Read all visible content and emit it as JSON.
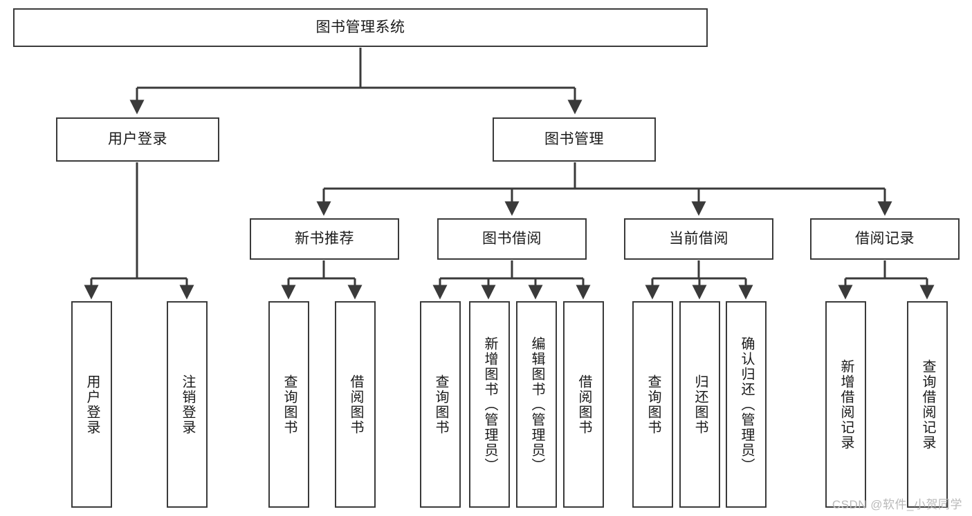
{
  "diagram": {
    "type": "tree-hierarchy-diagram",
    "title": "图书管理系统",
    "orientation": "top-down",
    "colors": {
      "box_border": "#3a3a3a",
      "box_fill": "#ffffff",
      "edge": "#3a3a3a",
      "text": "#1a1a1a",
      "watermark": "#b9b9b9"
    },
    "levels": [
      {
        "level": 1,
        "nodes": [
          {
            "id": "root",
            "label": "图书管理系统",
            "text_direction": "horizontal"
          }
        ]
      },
      {
        "level": 2,
        "nodes": [
          {
            "id": "login",
            "label": "用户登录",
            "parent": "root",
            "text_direction": "horizontal"
          },
          {
            "id": "bookmgmt",
            "label": "图书管理",
            "parent": "root",
            "text_direction": "horizontal"
          }
        ]
      },
      {
        "level": 3,
        "nodes": [
          {
            "id": "newbook",
            "label": "新书推荐",
            "parent": "bookmgmt",
            "text_direction": "horizontal"
          },
          {
            "id": "borrow",
            "label": "图书借阅",
            "parent": "bookmgmt",
            "text_direction": "horizontal"
          },
          {
            "id": "current",
            "label": "当前借阅",
            "parent": "bookmgmt",
            "text_direction": "horizontal"
          },
          {
            "id": "records",
            "label": "借阅记录",
            "parent": "bookmgmt",
            "text_direction": "horizontal"
          }
        ]
      },
      {
        "level": 4,
        "nodes": [
          {
            "id": "leaf1",
            "label": "用户登录",
            "parent": "login",
            "text_direction": "vertical"
          },
          {
            "id": "leaf2",
            "label": "注销登录",
            "parent": "login",
            "text_direction": "vertical"
          },
          {
            "id": "leaf3",
            "label": "查询图书",
            "parent": "newbook",
            "text_direction": "vertical"
          },
          {
            "id": "leaf4",
            "label": "借阅图书",
            "parent": "newbook",
            "text_direction": "vertical"
          },
          {
            "id": "leaf5",
            "label": "查询图书",
            "parent": "borrow",
            "text_direction": "vertical"
          },
          {
            "id": "leaf6",
            "label": "新增图书（管理员）",
            "parent": "borrow",
            "text_direction": "vertical"
          },
          {
            "id": "leaf7",
            "label": "编辑图书（管理员）",
            "parent": "borrow",
            "text_direction": "vertical"
          },
          {
            "id": "leaf8",
            "label": "借阅图书",
            "parent": "borrow",
            "text_direction": "vertical"
          },
          {
            "id": "leaf9",
            "label": "查询图书",
            "parent": "current",
            "text_direction": "vertical"
          },
          {
            "id": "leaf10",
            "label": "归还图书",
            "parent": "current",
            "text_direction": "vertical"
          },
          {
            "id": "leaf11",
            "label": "确认归还（管理员）",
            "parent": "current",
            "text_direction": "vertical"
          },
          {
            "id": "leaf12",
            "label": "新增借阅记录",
            "parent": "records",
            "text_direction": "vertical"
          },
          {
            "id": "leaf13",
            "label": "查询借阅记录",
            "parent": "records",
            "text_direction": "vertical"
          }
        ]
      }
    ]
  },
  "watermark": {
    "text": "CSDN @软件_小贺同学"
  }
}
